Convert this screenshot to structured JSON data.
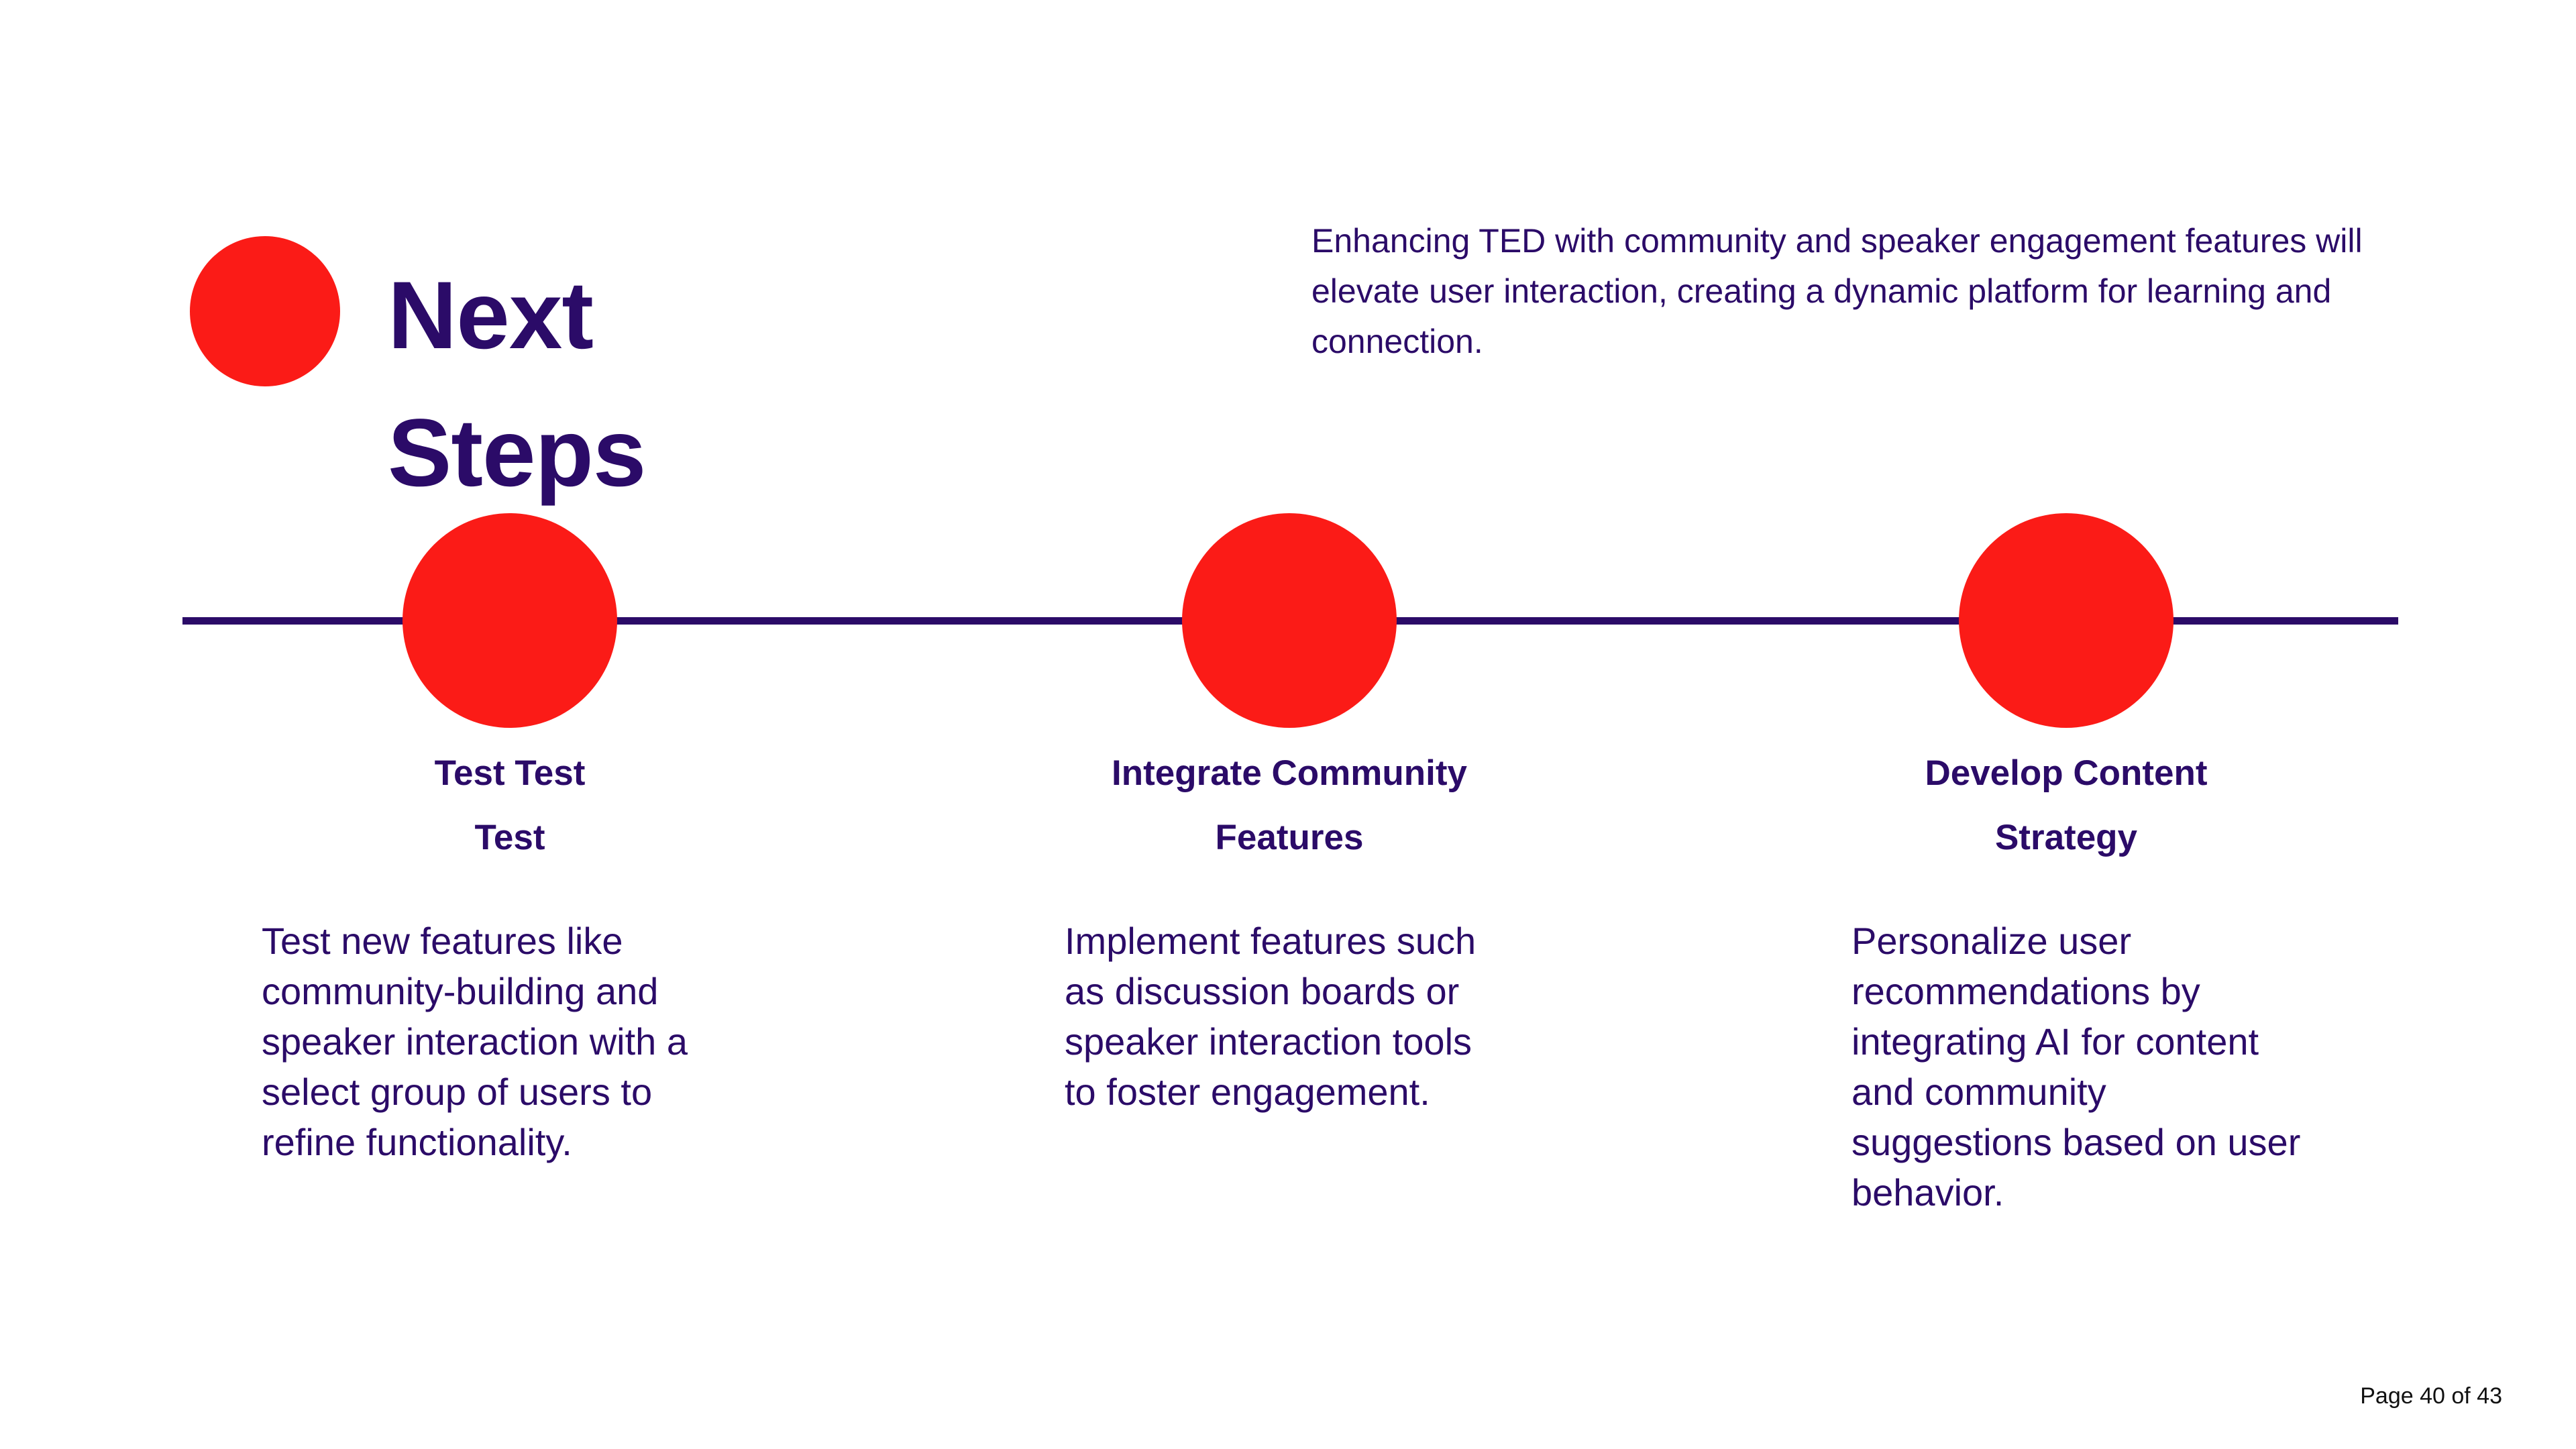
{
  "slide": {
    "title_lines": [
      "Next",
      "Steps"
    ],
    "intro": "Enhancing TED with community and speaker engagement features will elevate user interaction, creating a dynamic platform for learning and connection.",
    "footer": "Page 40 of 43"
  },
  "colors": {
    "accent_red": "#FB1B17",
    "brand_purple": "#2B0B68",
    "background": "#FFFFFF",
    "footer_text": "#111111"
  },
  "timeline": {
    "milestones": [
      {
        "title_lines": [
          "Test Test",
          "Test"
        ],
        "title": "Test Test Test",
        "body": "Test new features like community-building and speaker interaction with a select group of users to refine functionality."
      },
      {
        "title_lines": [
          "Integrate Community",
          "Features"
        ],
        "title": "Integrate Community Features",
        "body": "Implement features such as discussion boards or speaker interaction tools to foster engagement."
      },
      {
        "title_lines": [
          "Develop Content",
          "Strategy"
        ],
        "title": "Develop Content Strategy",
        "body": "Personalize user recommendations by integrating AI for content and community suggestions based on user behavior."
      }
    ]
  }
}
